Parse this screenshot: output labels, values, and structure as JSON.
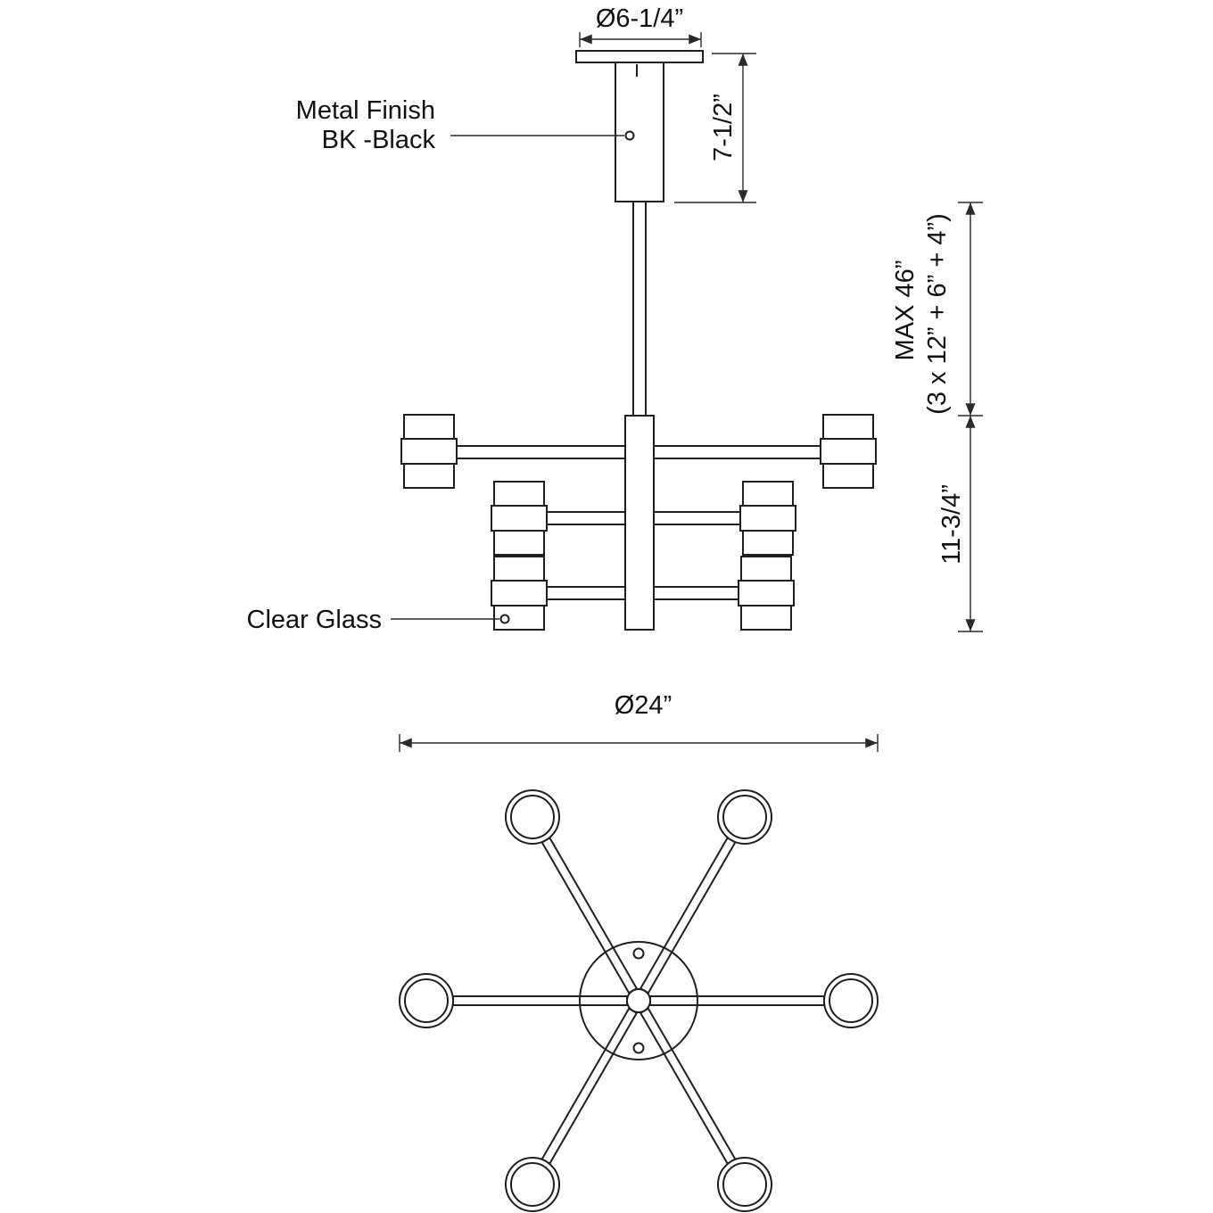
{
  "diagram": {
    "type": "technical-dimension-drawing",
    "subject": "6-light chandelier, side elevation and plan view",
    "colors": {
      "line": "#1f1f1f",
      "background": "#ffffff"
    },
    "side_view": {
      "canopy_diameter_label": "Ø6-1/4”",
      "canopy_height_label": "7-1/2”",
      "metal_finish_label_line1": "Metal Finish",
      "metal_finish_label_line2": "BK -Black",
      "max_height_label": "MAX 46”",
      "max_height_formula_label": "(3 x 12” + 6” + 4”)",
      "body_height_label": "11-3/4”",
      "clear_glass_label": "Clear Glass"
    },
    "plan_view": {
      "fixture_diameter_label": "Ø24”"
    }
  }
}
